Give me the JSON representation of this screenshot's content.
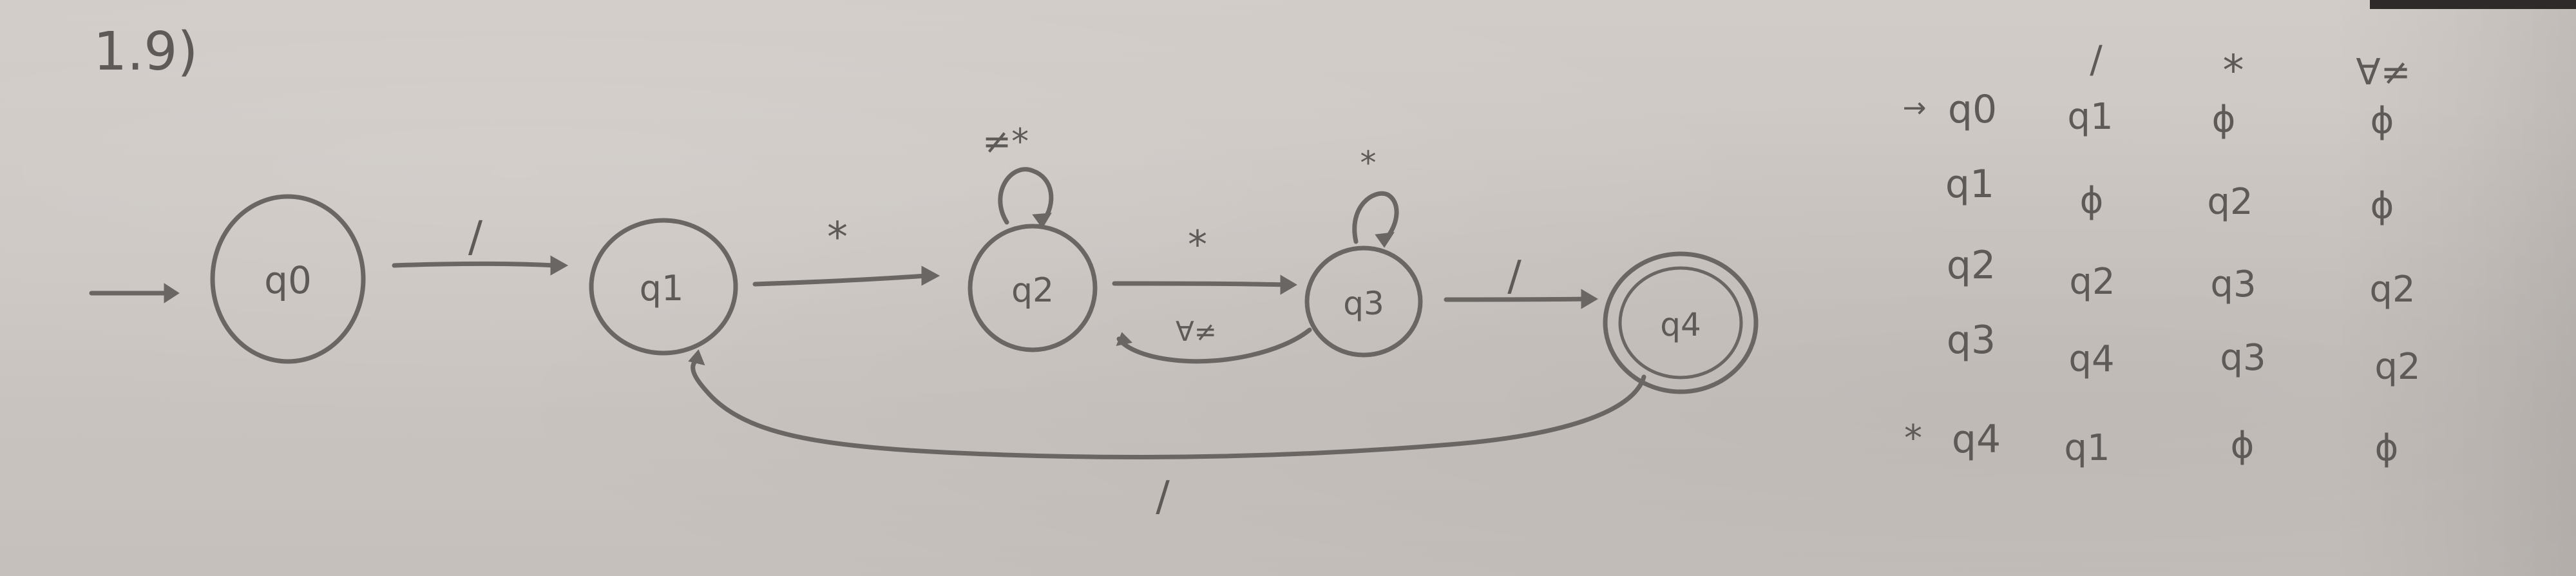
{
  "exercise_label": "1.9)",
  "start_marker": "→",
  "states": [
    {
      "label": "q0",
      "accept": false
    },
    {
      "label": "q1",
      "accept": false
    },
    {
      "label": "q2",
      "accept": false
    },
    {
      "label": "q3",
      "accept": false
    },
    {
      "label": "q4",
      "accept": true
    }
  ],
  "transitions": [
    {
      "from": "q0",
      "to": "q1",
      "label": "/"
    },
    {
      "from": "q1",
      "to": "q2",
      "label": "*"
    },
    {
      "from": "q2",
      "to": "q2",
      "label": "≠*"
    },
    {
      "from": "q2",
      "to": "q3",
      "label": "*"
    },
    {
      "from": "q3",
      "to": "q2",
      "label": "∀≠"
    },
    {
      "from": "q3",
      "to": "q3",
      "label": "*"
    },
    {
      "from": "q3",
      "to": "q4",
      "label": "/"
    },
    {
      "from": "q4",
      "to": "q1",
      "label": "/"
    }
  ],
  "table": {
    "headers": [
      "/",
      "*",
      "∀≠"
    ],
    "rows": [
      {
        "marker": "→",
        "state": "q0",
        "cells": [
          "q1",
          "ϕ",
          "ϕ"
        ]
      },
      {
        "marker": "",
        "state": "q1",
        "cells": [
          "ϕ",
          "q2",
          "ϕ"
        ]
      },
      {
        "marker": "",
        "state": "q2",
        "cells": [
          "q2",
          "q3",
          "q2"
        ]
      },
      {
        "marker": "",
        "state": "q3",
        "cells": [
          "q4",
          "q3",
          "q2"
        ]
      },
      {
        "marker": "*",
        "state": "q4",
        "cells": [
          "q1",
          "ϕ",
          "ϕ"
        ]
      }
    ]
  },
  "colors": {
    "paper": "#cdc7c3",
    "ink": "#5d5a58"
  }
}
